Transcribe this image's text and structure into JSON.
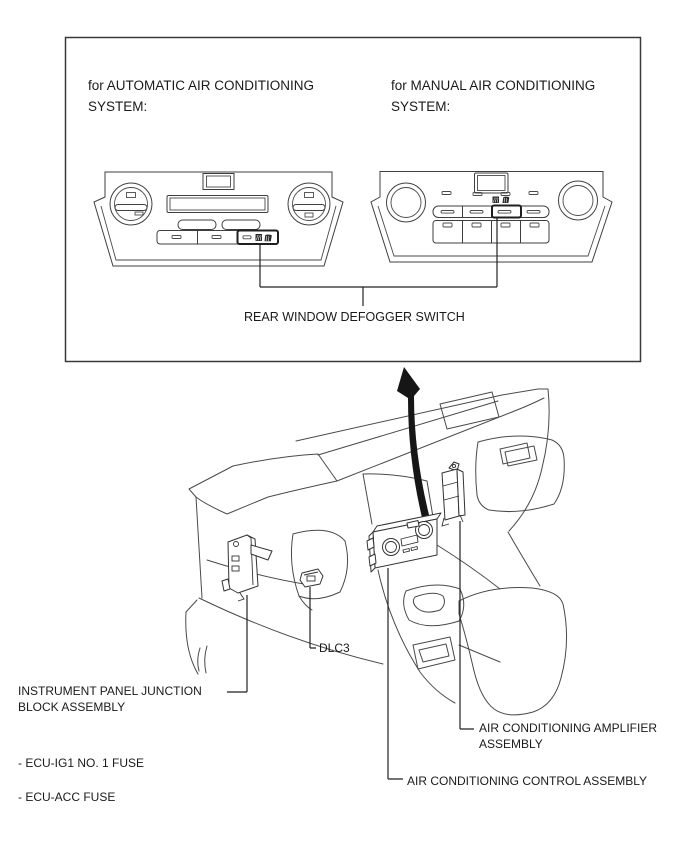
{
  "inset": {
    "auto_title": "for AUTOMATIC AIR CONDITIONING SYSTEM:",
    "manual_title": "for MANUAL AIR CONDITIONING SYSTEM:",
    "switch_label": "REAR WINDOW DEFOGGER SWITCH"
  },
  "callouts": {
    "junction_block": "INSTRUMENT PANEL JUNCTION BLOCK ASSEMBLY",
    "dlc3": "DLC3",
    "amplifier": "AIR CONDITIONING AMPLIFIER ASSEMBLY",
    "control": "AIR CONDITIONING CONTROL ASSEMBLY"
  },
  "fuses": [
    "- ECU-IG1 NO. 1 FUSE",
    "- ECU-ACC FUSE"
  ],
  "icons": {
    "rear_defogger": "rear-window-defogger-icon",
    "front_defroster": "front-defroster-icon"
  },
  "colors": {
    "background": "#ffffff",
    "line": "#3f3f3f",
    "text": "#1a1a1a"
  }
}
